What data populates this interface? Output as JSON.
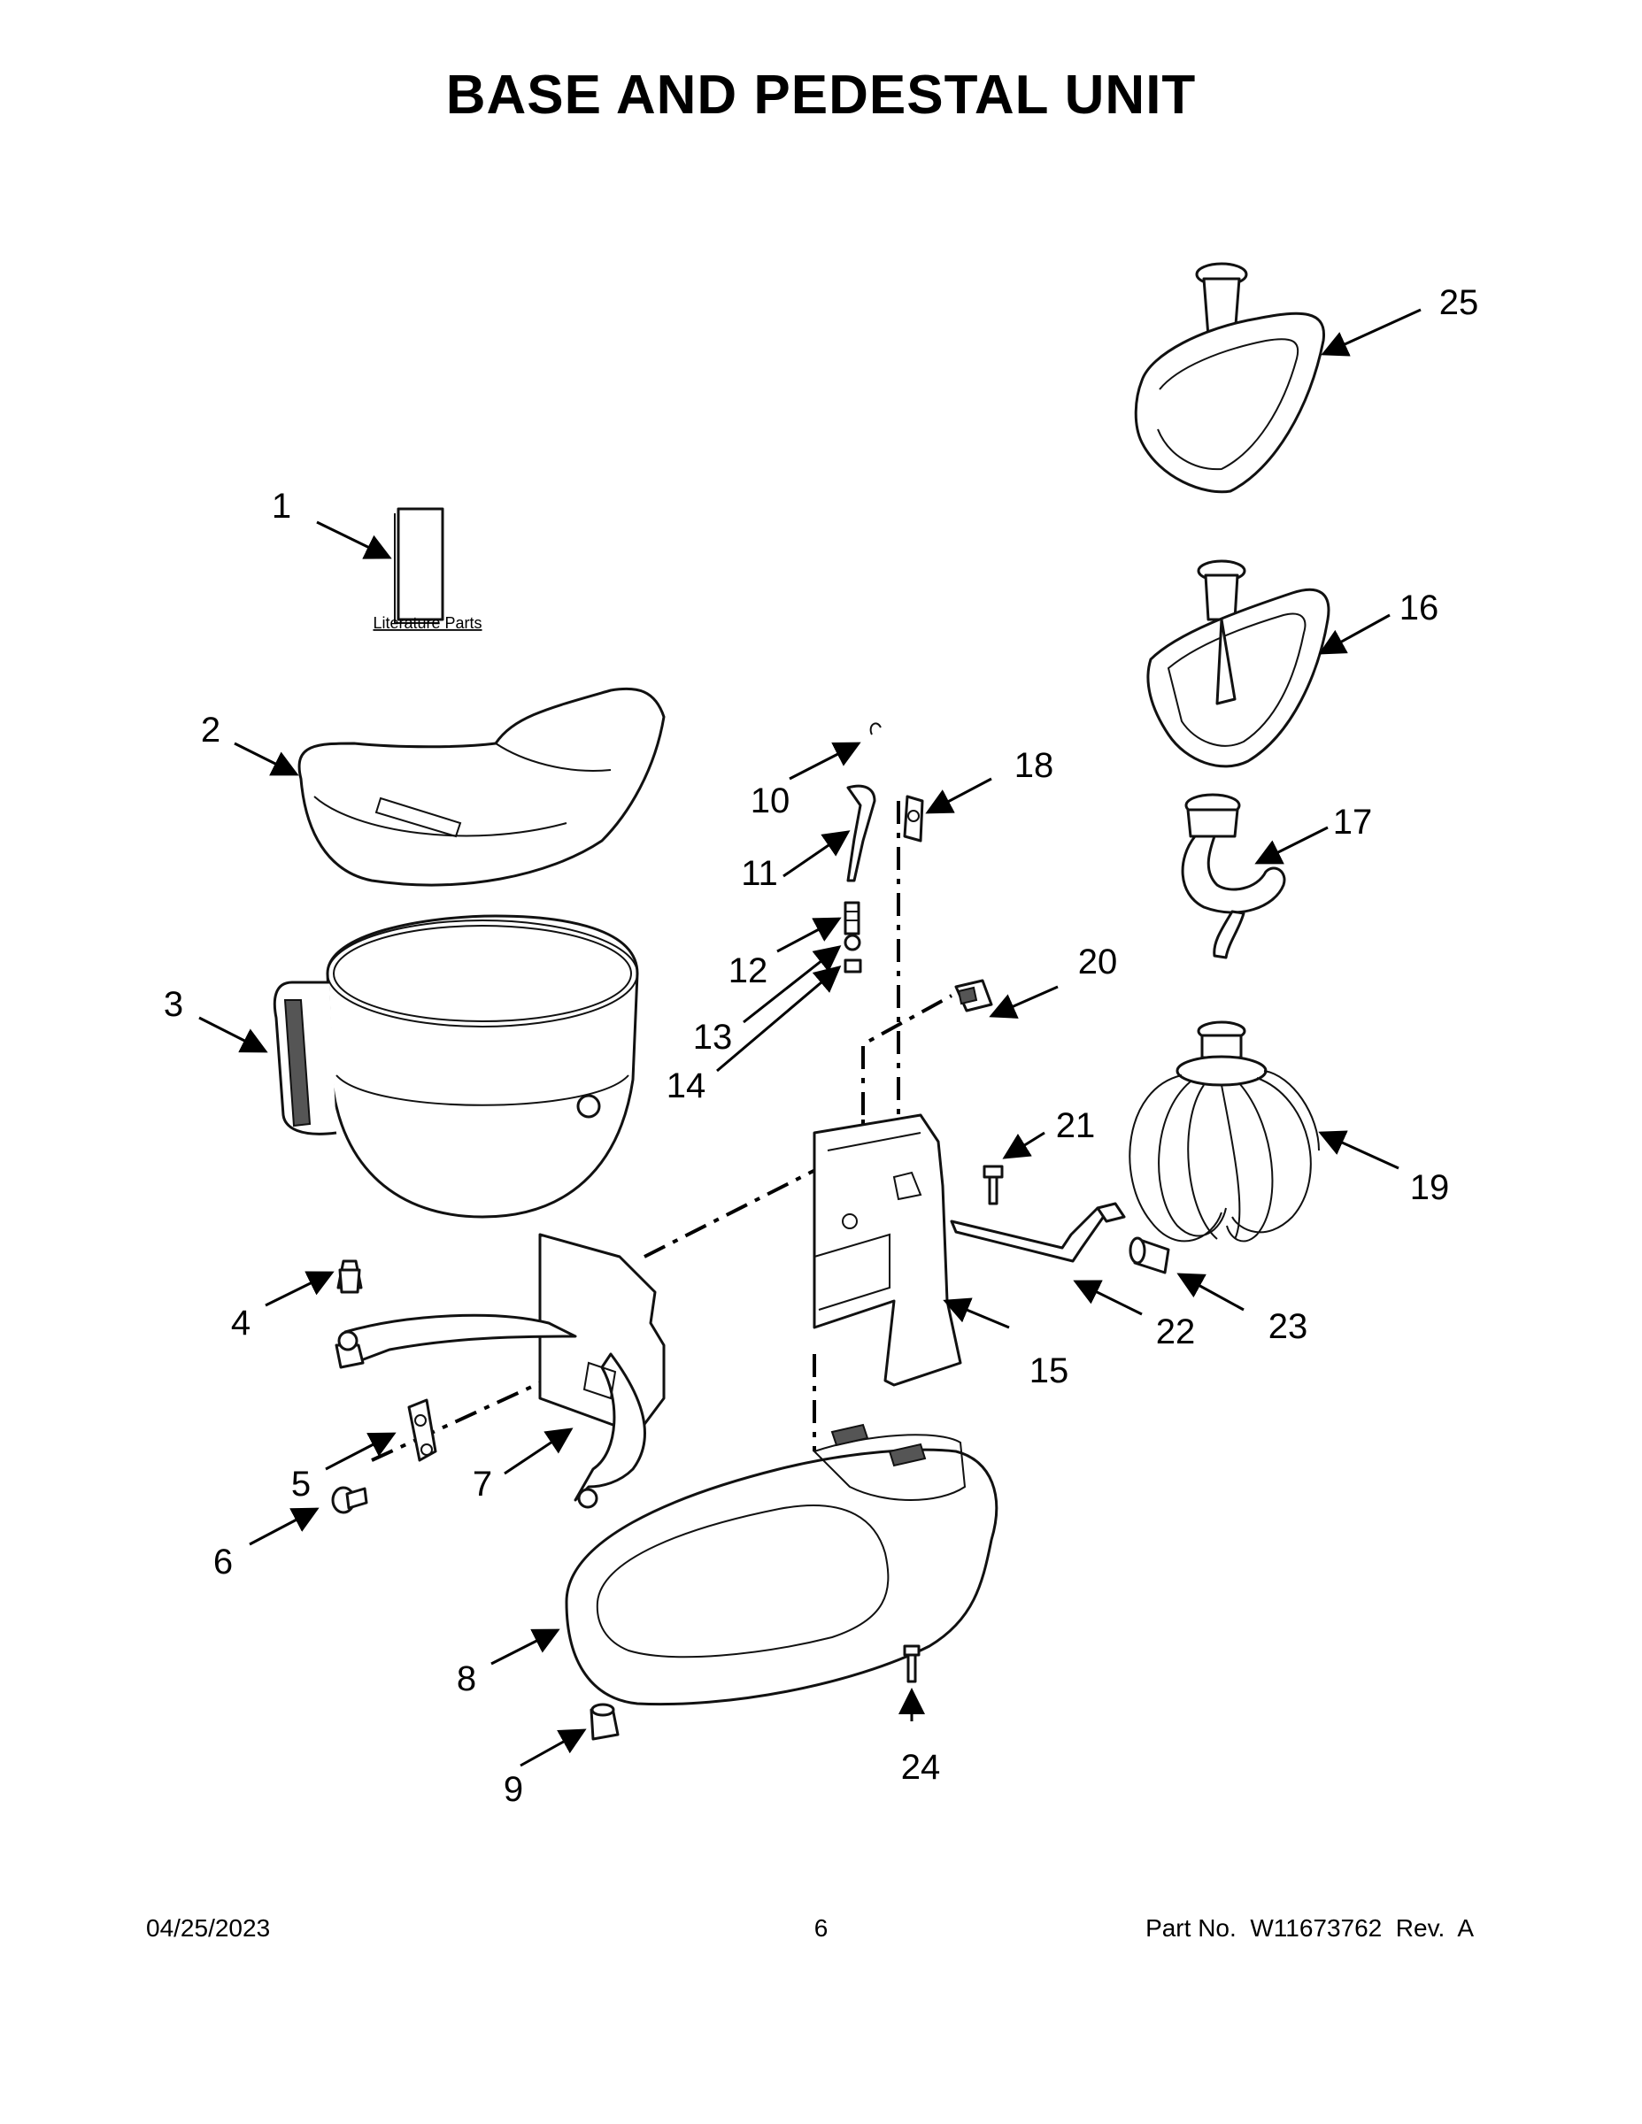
{
  "title": "BASE AND PEDESTAL UNIT",
  "literature_label": "Literature Parts",
  "callouts": [
    "1",
    "2",
    "3",
    "4",
    "5",
    "6",
    "7",
    "8",
    "9",
    "10",
    "11",
    "12",
    "13",
    "14",
    "15",
    "16",
    "17",
    "18",
    "19",
    "20",
    "21",
    "22",
    "23",
    "24",
    "25"
  ],
  "footer": {
    "date": "04/25/2023",
    "page": "6",
    "part_no": "Part No.  W11673762  Rev.  A"
  }
}
